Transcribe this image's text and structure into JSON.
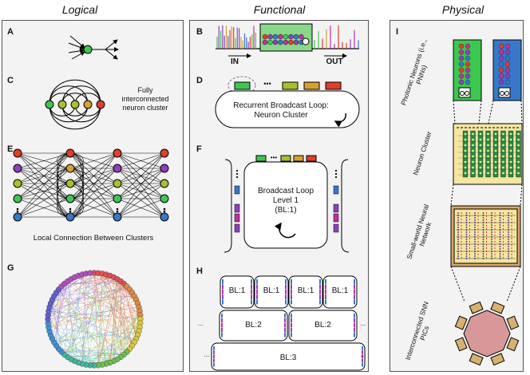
{
  "columns": {
    "logical": "Logical",
    "functional": "Functional",
    "physical": "Physical"
  },
  "panels": {
    "A": {
      "letter": "A"
    },
    "B": {
      "letter": "B",
      "in_label": "IN",
      "out_label": "OUT"
    },
    "C": {
      "letter": "C",
      "caption": "Fully interconnected neuron cluster"
    },
    "D": {
      "letter": "D",
      "caption_line1": "Recurrent Broadcast Loop:",
      "caption_line2": "Neuron Cluster",
      "dots": "•••"
    },
    "E": {
      "letter": "E",
      "caption": "Local Connection Between Clusters"
    },
    "F": {
      "letter": "F",
      "line1": "Broadcast Loop",
      "line2": "Level 1",
      "line3": "(BL:1)",
      "dots": "•••"
    },
    "G": {
      "letter": "G"
    },
    "H": {
      "letter": "H",
      "bl1": "BL:1",
      "bl2": "BL:2",
      "bl3": "BL:3",
      "ellipsis": "..."
    },
    "I": {
      "letter": "I",
      "photonic": "Photonic Neurons (i.e., PNNs)",
      "cluster": "Neuron Cluster",
      "smallworld": "Small-world Neural Network",
      "interconnected": "Interconnected SNN PICs"
    }
  },
  "colors": {
    "green": "#3cc850",
    "olive": "#a8c030",
    "orange": "#d8a030",
    "red": "#e04028",
    "purple": "#9040c0",
    "blue": "#3878c8",
    "magenta": "#c030a0",
    "yellow": "#f4e6a0",
    "tan": "#d8a868",
    "pink": "#d8989a"
  }
}
